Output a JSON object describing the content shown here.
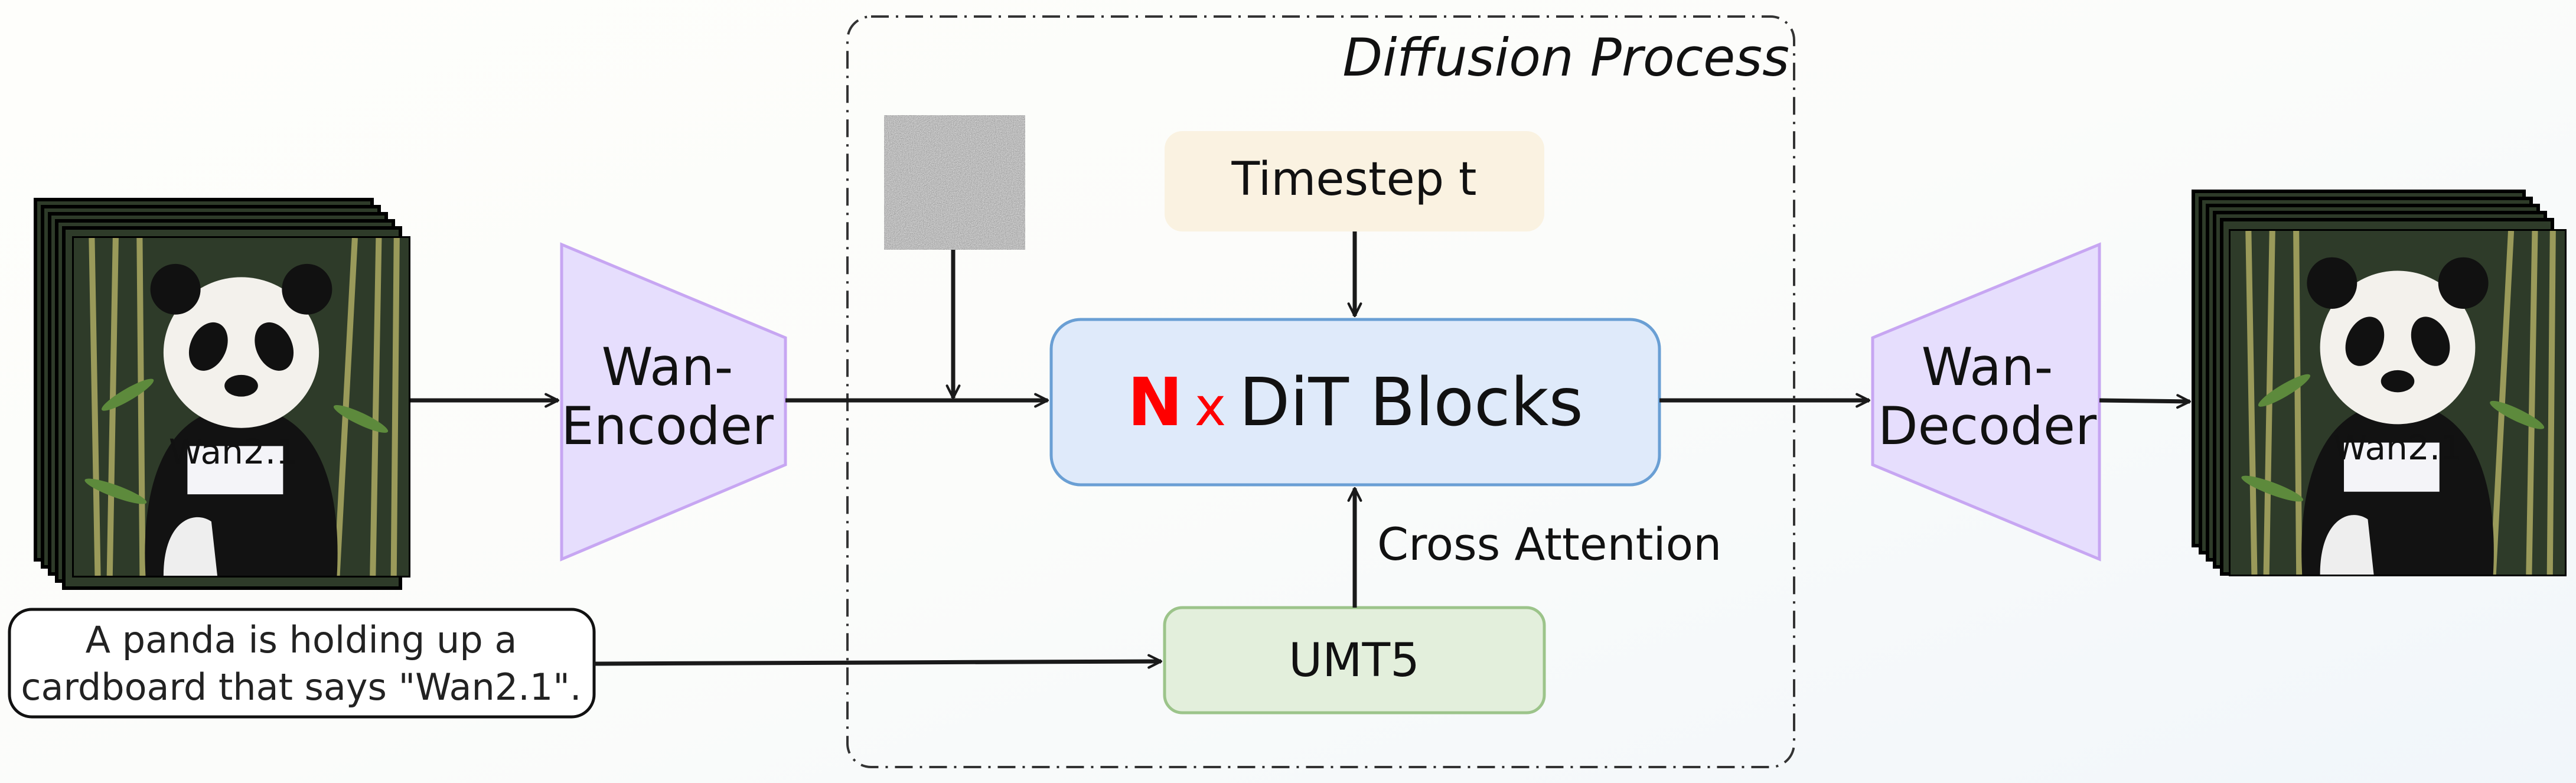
{
  "diagram": {
    "container_label": "Diffusion Process",
    "input_video": {
      "sign_text": "Wan2.1"
    },
    "output_video": {
      "sign_text": "Wan2.1"
    },
    "encoder": {
      "line1": "Wan-",
      "line2": "Encoder"
    },
    "decoder": {
      "line1": "Wan-",
      "line2": "Decoder"
    },
    "timestep": {
      "label": "Timestep t"
    },
    "dit": {
      "n": "N",
      "x": "x",
      "label": "DiT Blocks"
    },
    "cross_attention": {
      "label": "Cross Attention"
    },
    "umt5": {
      "label": "UMT5"
    },
    "prompt": {
      "line1": "A panda is holding up a",
      "line2": "cardboard that says \"Wan2.1\"."
    }
  },
  "colors": {
    "encoder_fill": "#e6defd",
    "encoder_stroke": "#c7a6f2",
    "timestep_fill": "#faf2e1",
    "dit_fill": "#dfeafa",
    "dit_stroke": "#6a9fd4",
    "umt5_fill": "#e3efdc",
    "umt5_stroke": "#9cc48a",
    "accent_red": "#ff0000"
  }
}
